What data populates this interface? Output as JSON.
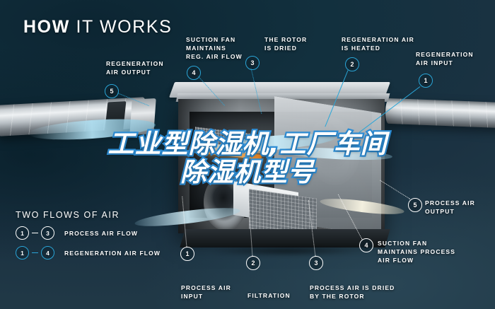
{
  "headline": {
    "bold": "HOW",
    "light": "IT WORKS"
  },
  "watermark": {
    "line1": "工业型除湿机,工厂车间",
    "line2": "除湿机型号"
  },
  "colors": {
    "background": "#12303e",
    "accent_cyan": "#2aa6d8",
    "text": "#ffffff",
    "watermark_outline": "#2e8fd8"
  },
  "callouts": [
    {
      "id": "5",
      "number": "5",
      "label": "REGENERATION\nAIR OUTPUT",
      "style": "cyan"
    },
    {
      "id": "4",
      "number": "4",
      "label": "SUCTION FAN\nMAINTAINS\nREG. AIR FLOW",
      "style": "cyan"
    },
    {
      "id": "3",
      "number": "3",
      "label": "THE ROTOR\nIS DRIED",
      "style": "cyan"
    },
    {
      "id": "2",
      "number": "2",
      "label": "REGENERATION AIR\nIS HEATED",
      "style": "cyan"
    },
    {
      "id": "1",
      "number": "1",
      "label": "REGENERATION\nAIR INPUT",
      "style": "cyan"
    },
    {
      "id": "p5",
      "number": "5",
      "label": "PROCESS AIR\nOUTPUT",
      "style": "white"
    },
    {
      "id": "p4",
      "number": "4",
      "label": "SUCTION FAN\nMAINTAINS PROCESS\nAIR FLOW",
      "style": "white"
    },
    {
      "id": "p1",
      "number": "1",
      "label": "PROCESS AIR\nINPUT",
      "style": "white"
    },
    {
      "id": "p2",
      "number": "2",
      "label": "FILTRATION",
      "style": "white"
    },
    {
      "id": "p3",
      "number": "3",
      "label": "PROCESS AIR IS DRIED\nBY THE ROTOR",
      "style": "white"
    }
  ],
  "callout_text": {
    "regeneration_air_output_l1": "REGENERATION",
    "regeneration_air_output_l2": "AIR OUTPUT",
    "suction_fan_reg_l1": "SUCTION FAN",
    "suction_fan_reg_l2": "MAINTAINS",
    "suction_fan_reg_l3": "REG. AIR FLOW",
    "rotor_dried_l1": "THE ROTOR",
    "rotor_dried_l2": "IS DRIED",
    "regen_heated_l1": "REGENERATION AIR",
    "regen_heated_l2": "IS HEATED",
    "regen_input_l1": "REGENERATION",
    "regen_input_l2": "AIR INPUT",
    "process_output_l1": "PROCESS AIR",
    "process_output_l2": "OUTPUT",
    "suction_fan_proc_l1": "SUCTION FAN",
    "suction_fan_proc_l2": "MAINTAINS PROCESS",
    "suction_fan_proc_l3": "AIR FLOW",
    "process_input_l1": "PROCESS AIR",
    "process_input_l2": "INPUT",
    "filtration": "FILTRATION",
    "process_dried_l1": "PROCESS AIR IS DRIED",
    "process_dried_l2": "BY THE ROTOR"
  },
  "badges": {
    "b5_regen": "5",
    "b4_regen": "4",
    "b3_regen": "3",
    "b2_regen": "2",
    "b1_regen": "1",
    "b5_proc": "5",
    "b4_proc": "4",
    "b1_proc": "1",
    "b2_proc": "2",
    "b3_proc": "3"
  },
  "legend": {
    "title": "TWO FLOWS OF AIR",
    "rows": [
      {
        "from": "1",
        "dash": "–",
        "to": "3",
        "label": "PROCESS AIR FLOW",
        "style": "white"
      },
      {
        "from": "1",
        "dash": "–",
        "to": "4",
        "label": "REGENERATION AIR FLOW",
        "style": "cyan"
      }
    ]
  }
}
